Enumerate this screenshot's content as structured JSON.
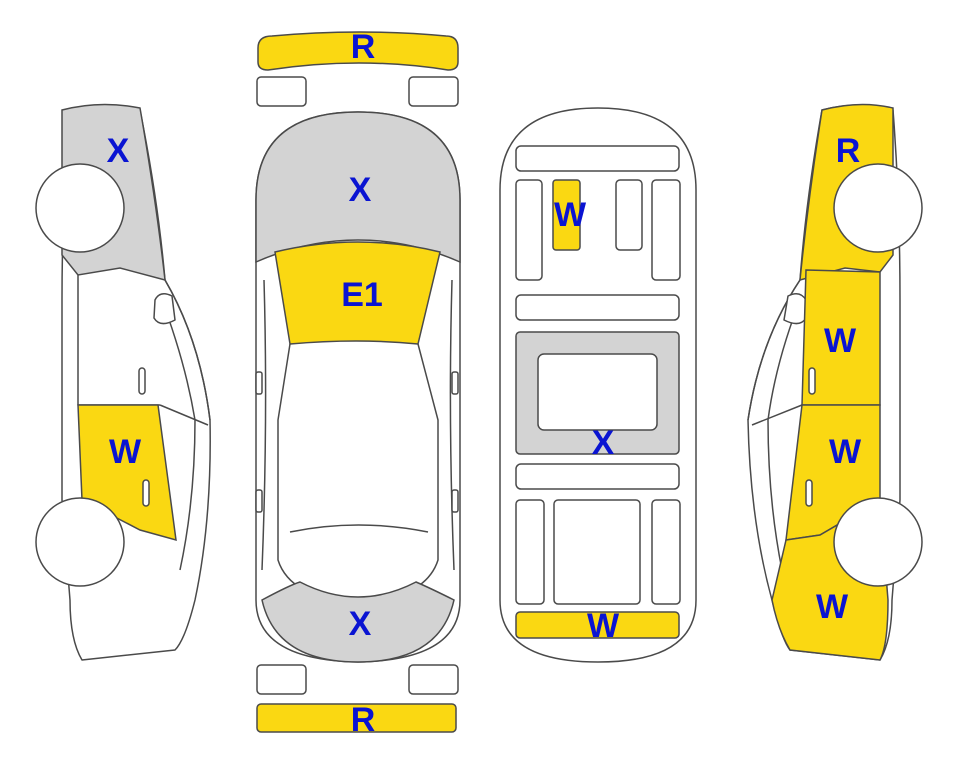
{
  "colors": {
    "damage_fill": "#FAD812",
    "marked_fill": "#D3D3D3",
    "label_color": "#0A14D2",
    "outline": "#4A4A4A"
  },
  "labels": {
    "front_bumper": "R",
    "hood_top": "X",
    "windshield": "E1",
    "rear_trunk_top": "X",
    "rear_bumper": "R",
    "left_front_fender": "X",
    "left_rear_door": "W",
    "right_front_fender": "R",
    "right_front_door": "W",
    "right_rear_door": "W",
    "right_rear_quarter": "W",
    "underbody_front_panel": "W",
    "underbody_center": "X",
    "underbody_rear_panel": "W"
  }
}
